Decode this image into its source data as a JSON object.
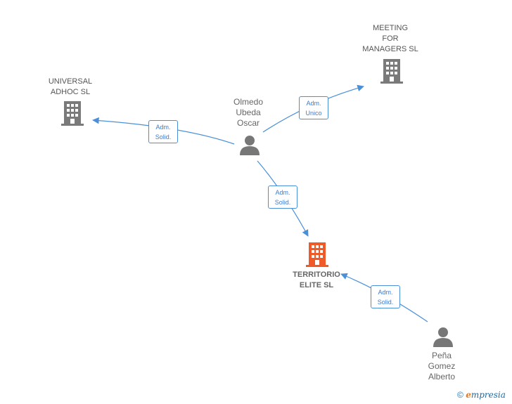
{
  "colors": {
    "edge": "#4a90d9",
    "company": "#7a7a7a",
    "company_focus": "#f05a28",
    "person": "#777777"
  },
  "nodes": {
    "olmedo": {
      "label": "Olmedo\nUbeda\nOscar",
      "icon": "person-icon"
    },
    "universal": {
      "label": "UNIVERSAL\nADHOC  SL",
      "icon": "building-icon"
    },
    "meeting": {
      "label": "MEETING\nFOR\nMANAGERS SL",
      "icon": "building-icon"
    },
    "territorio": {
      "label": "TERRITORIO\nELITE  SL",
      "icon": "building-icon"
    },
    "pena": {
      "label": "Peña\nGomez\nAlberto",
      "icon": "person-icon"
    }
  },
  "edges": {
    "e1": {
      "label": "Adm.\nSolid."
    },
    "e2": {
      "label": "Adm.\nUnico"
    },
    "e3": {
      "label": "Adm.\nSolid."
    },
    "e4": {
      "label": "Adm.\nSolid."
    }
  },
  "footer": {
    "copyright": "©",
    "brand_initial": "e",
    "brand_rest": "mpresia"
  }
}
